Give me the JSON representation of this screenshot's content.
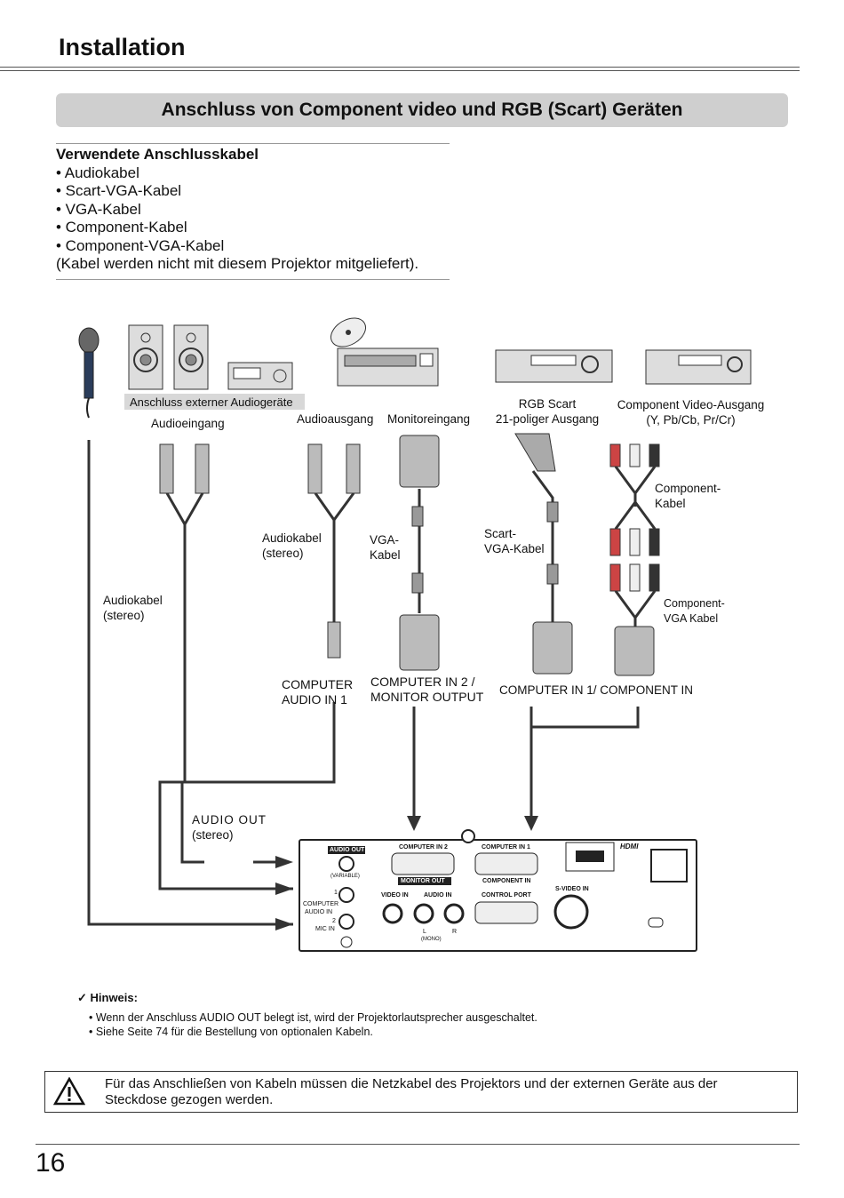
{
  "header": {
    "title": "Installation"
  },
  "section": {
    "title": "Anschluss von Component video und RGB (Scart) Geräten"
  },
  "cables": {
    "heading": "Verwendete Anschlusskabel",
    "items": [
      "• Audiokabel",
      "• Scart-VGA-Kabel",
      "• VGA-Kabel",
      "• Component-Kabel",
      "• Component-VGA-Kabel"
    ],
    "footnote": "(Kabel werden nicht mit diesem Projektor mitgeliefert)."
  },
  "diagram": {
    "ext_audio_label": "Anschluss externer Audiogeräte",
    "audio_in_label": "Audioeingang",
    "audio_out_label": "Audioausgang",
    "monitor_in_label": "Monitoreingang",
    "rgb_scart_line1": "RGB Scart",
    "rgb_scart_line2": "21-poliger Ausgang",
    "component_out_line1": "Component Video-Ausgang",
    "component_out_line2": "(Y, Pb/Cb, Pr/Cr)",
    "component_cable_line1": "Component-",
    "component_cable_line2": "Kabel",
    "audio_cable_stereo_line1": "Audiokabel",
    "audio_cable_stereo_line2": "(stereo)",
    "vga_cable_line1": "VGA-",
    "vga_cable_line2": "Kabel",
    "scart_vga_line1": "Scart-",
    "scart_vga_line2": "VGA-Kabel",
    "component_vga_line1": "Component-",
    "component_vga_line2": "VGA Kabel",
    "audiokabel_left_line1": "Audiokabel",
    "audiokabel_left_line2": "(stereo)",
    "computer_audio_in_line1": "COMPUTER",
    "computer_audio_in_line2": "AUDIO IN 1",
    "computer_in2_line1": "COMPUTER IN 2 /",
    "computer_in2_line2": "MONITOR OUTPUT",
    "computer_in1_label": "COMPUTER IN 1/ COMPONENT IN",
    "audio_out_proj_line1": "AUDIO  OUT",
    "audio_out_proj_line2": "(stereo)",
    "panel": {
      "audio_out": "AUDIO OUT",
      "variable": "(VARIABLE)",
      "computer_in2": "COMPUTER IN 2",
      "monitor_out": "MONITOR OUT",
      "computer_in1": "COMPUTER IN 1",
      "component_in": "COMPONENT IN",
      "hdmi": "HDMI",
      "video_in": "VIDEO IN",
      "audio_in": "AUDIO IN",
      "control_port": "CONTROL PORT",
      "s_video_in": "S-VIDEO IN",
      "computer_audio_in": "COMPUTER",
      "audio_in2": "AUDIO IN",
      "mic_in": "MIC IN",
      "one": "1",
      "two": "2",
      "l": "L",
      "r": "R",
      "mono": "(MONO)"
    }
  },
  "note": {
    "heading": "✓ Hinweis:",
    "items": [
      "• Wenn der Anschluss AUDIO OUT belegt ist, wird der Projektorlautsprecher ausgeschaltet.",
      "• Siehe Seite 74 für die Bestellung von optionalen Kabeln."
    ]
  },
  "warning": {
    "text": "Für das Anschließen von Kabeln müssen die Netzkabel des Projektors und der externen Geräte aus der Steckdose gezogen werden."
  },
  "footer": {
    "page_number": "16"
  }
}
